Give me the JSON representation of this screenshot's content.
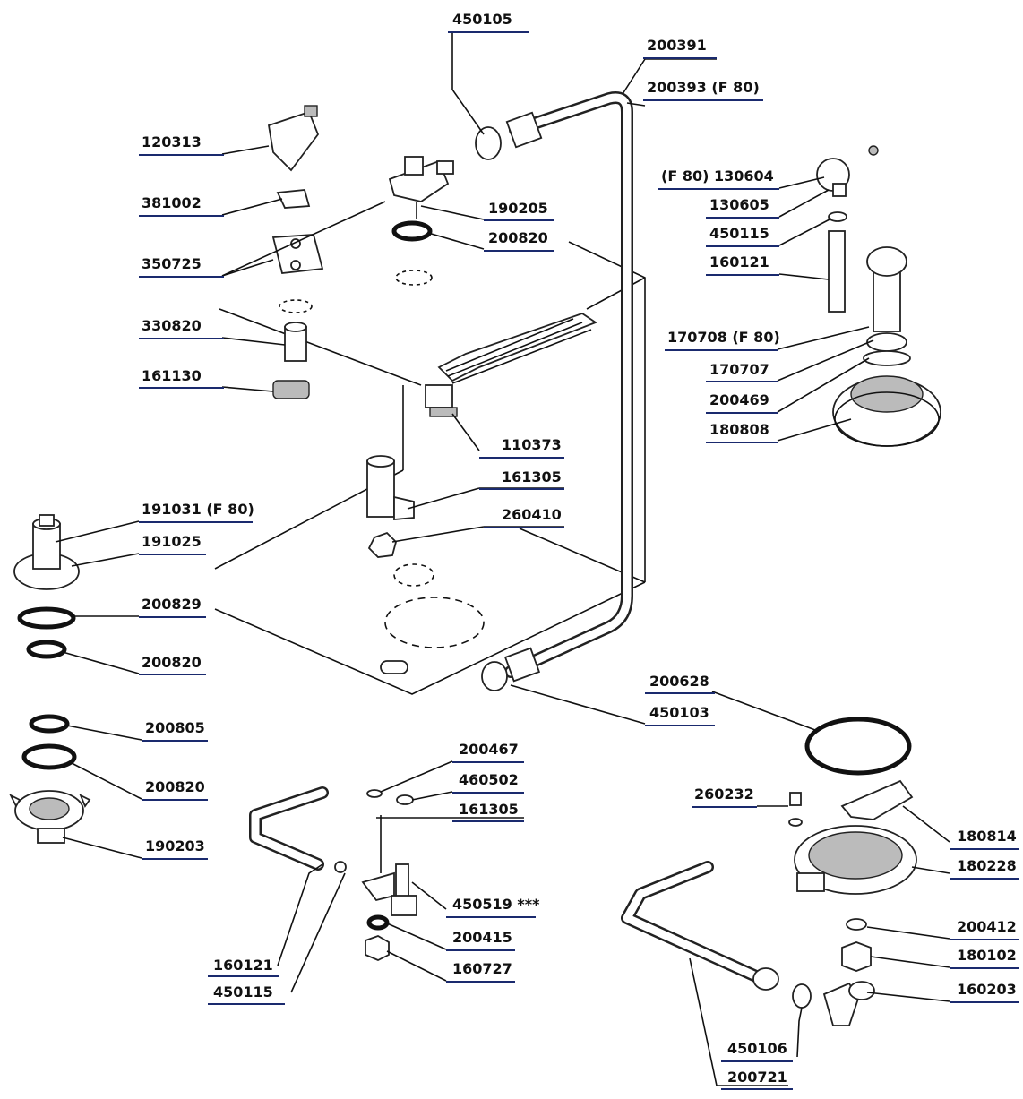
{
  "diagram": {
    "callouts": [
      {
        "id": "c1",
        "label": "450105"
      },
      {
        "id": "c2",
        "label": "200391"
      },
      {
        "id": "c3",
        "label": "200393  (F 80)"
      },
      {
        "id": "c4",
        "label": "120313"
      },
      {
        "id": "c5",
        "label": "381002"
      },
      {
        "id": "c6",
        "label": "190205"
      },
      {
        "id": "c7",
        "label": "200820"
      },
      {
        "id": "c8",
        "label": "350725"
      },
      {
        "id": "c9",
        "label": "(F 80)  130604"
      },
      {
        "id": "c10",
        "label": "130605"
      },
      {
        "id": "c11",
        "label": "450115"
      },
      {
        "id": "c12",
        "label": "160121"
      },
      {
        "id": "c13",
        "label": "330820"
      },
      {
        "id": "c14",
        "label": "161130"
      },
      {
        "id": "c15",
        "label": "170708 (F 80)"
      },
      {
        "id": "c16",
        "label": "170707"
      },
      {
        "id": "c17",
        "label": "200469"
      },
      {
        "id": "c18",
        "label": "180808"
      },
      {
        "id": "c19",
        "label": "110373"
      },
      {
        "id": "c20",
        "label": "161305"
      },
      {
        "id": "c21",
        "label": "191031 (F 80)"
      },
      {
        "id": "c22",
        "label": "260410"
      },
      {
        "id": "c23",
        "label": "191025"
      },
      {
        "id": "c24",
        "label": "200829"
      },
      {
        "id": "c25",
        "label": "200820"
      },
      {
        "id": "c26",
        "label": "200628"
      },
      {
        "id": "c27",
        "label": "450103"
      },
      {
        "id": "c28",
        "label": "200805"
      },
      {
        "id": "c29",
        "label": "200467"
      },
      {
        "id": "c30",
        "label": "460502"
      },
      {
        "id": "c31",
        "label": "200820"
      },
      {
        "id": "c32",
        "label": "161305"
      },
      {
        "id": "c33",
        "label": "260232"
      },
      {
        "id": "c34",
        "label": "180814"
      },
      {
        "id": "c35",
        "label": "190203"
      },
      {
        "id": "c36",
        "label": "180228"
      },
      {
        "id": "c37",
        "label": "450519 ***"
      },
      {
        "id": "c38",
        "label": "200412"
      },
      {
        "id": "c39",
        "label": "200415"
      },
      {
        "id": "c40",
        "label": "180102"
      },
      {
        "id": "c41",
        "label": "160727"
      },
      {
        "id": "c42",
        "label": "160203"
      },
      {
        "id": "c43",
        "label": "160121"
      },
      {
        "id": "c44",
        "label": "450115"
      },
      {
        "id": "c45",
        "label": "450106"
      },
      {
        "id": "c46",
        "label": "200721"
      }
    ]
  }
}
